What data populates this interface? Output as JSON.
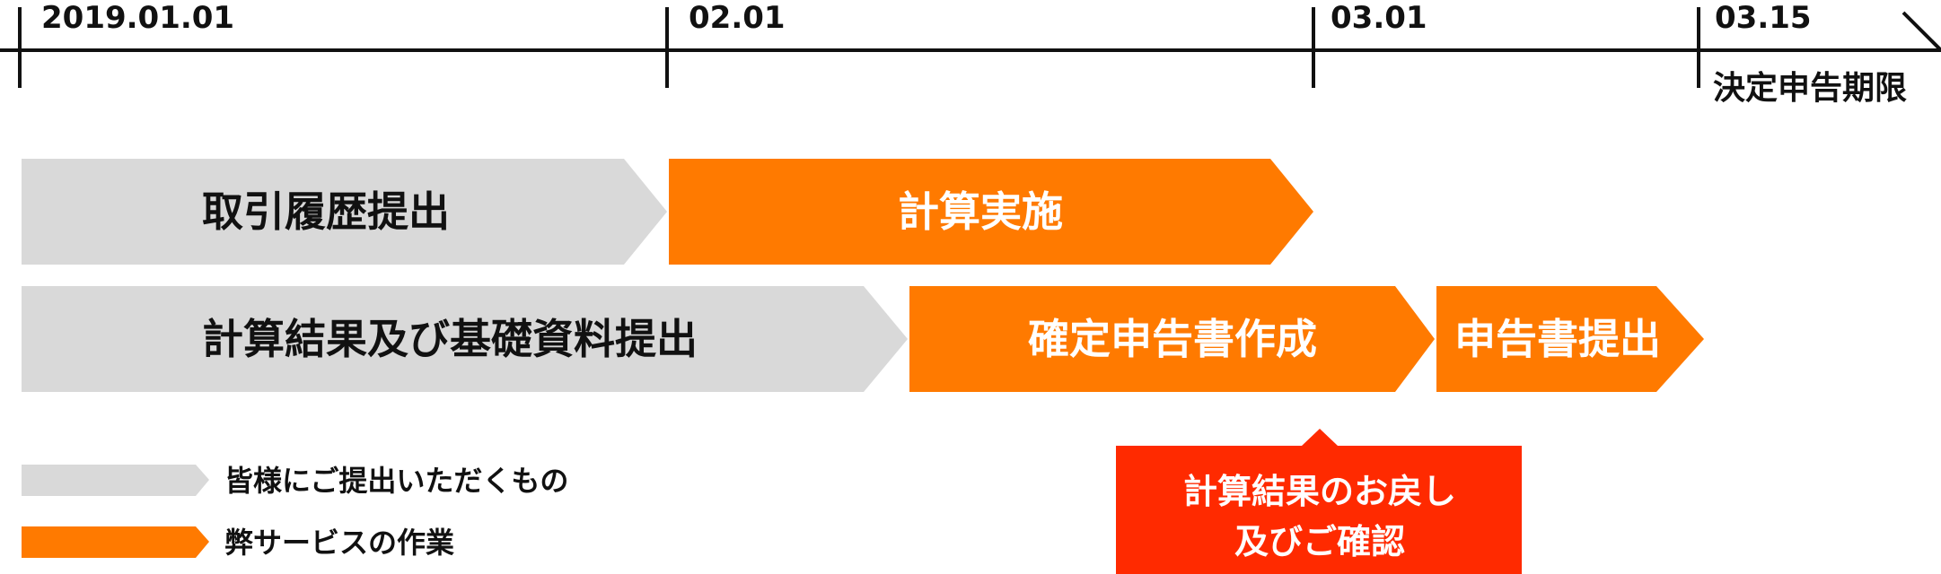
{
  "colors": {
    "client": "#d9d9d9",
    "service": "#ff7a00",
    "note": "#ff2a00",
    "axis": "#111111",
    "dark_text": "#111111",
    "light_text": "#ffffff"
  },
  "timeline": {
    "dates": [
      "2019.01.01",
      "02.01",
      "03.01",
      "03.15"
    ],
    "deadline_label": "決定申告期限"
  },
  "bars": {
    "row1": {
      "client": "取引履歴提出",
      "service": "計算実施"
    },
    "row2": {
      "client": "計算結果及び基礎資料提出",
      "service_1": "確定申告書作成",
      "service_2": "申告書提出"
    }
  },
  "legend": {
    "client": "皆様にご提出いただくもの",
    "service": "弊サービスの作業"
  },
  "note": {
    "line1": "計算結果のお戻し",
    "line2": "及びご確認"
  }
}
